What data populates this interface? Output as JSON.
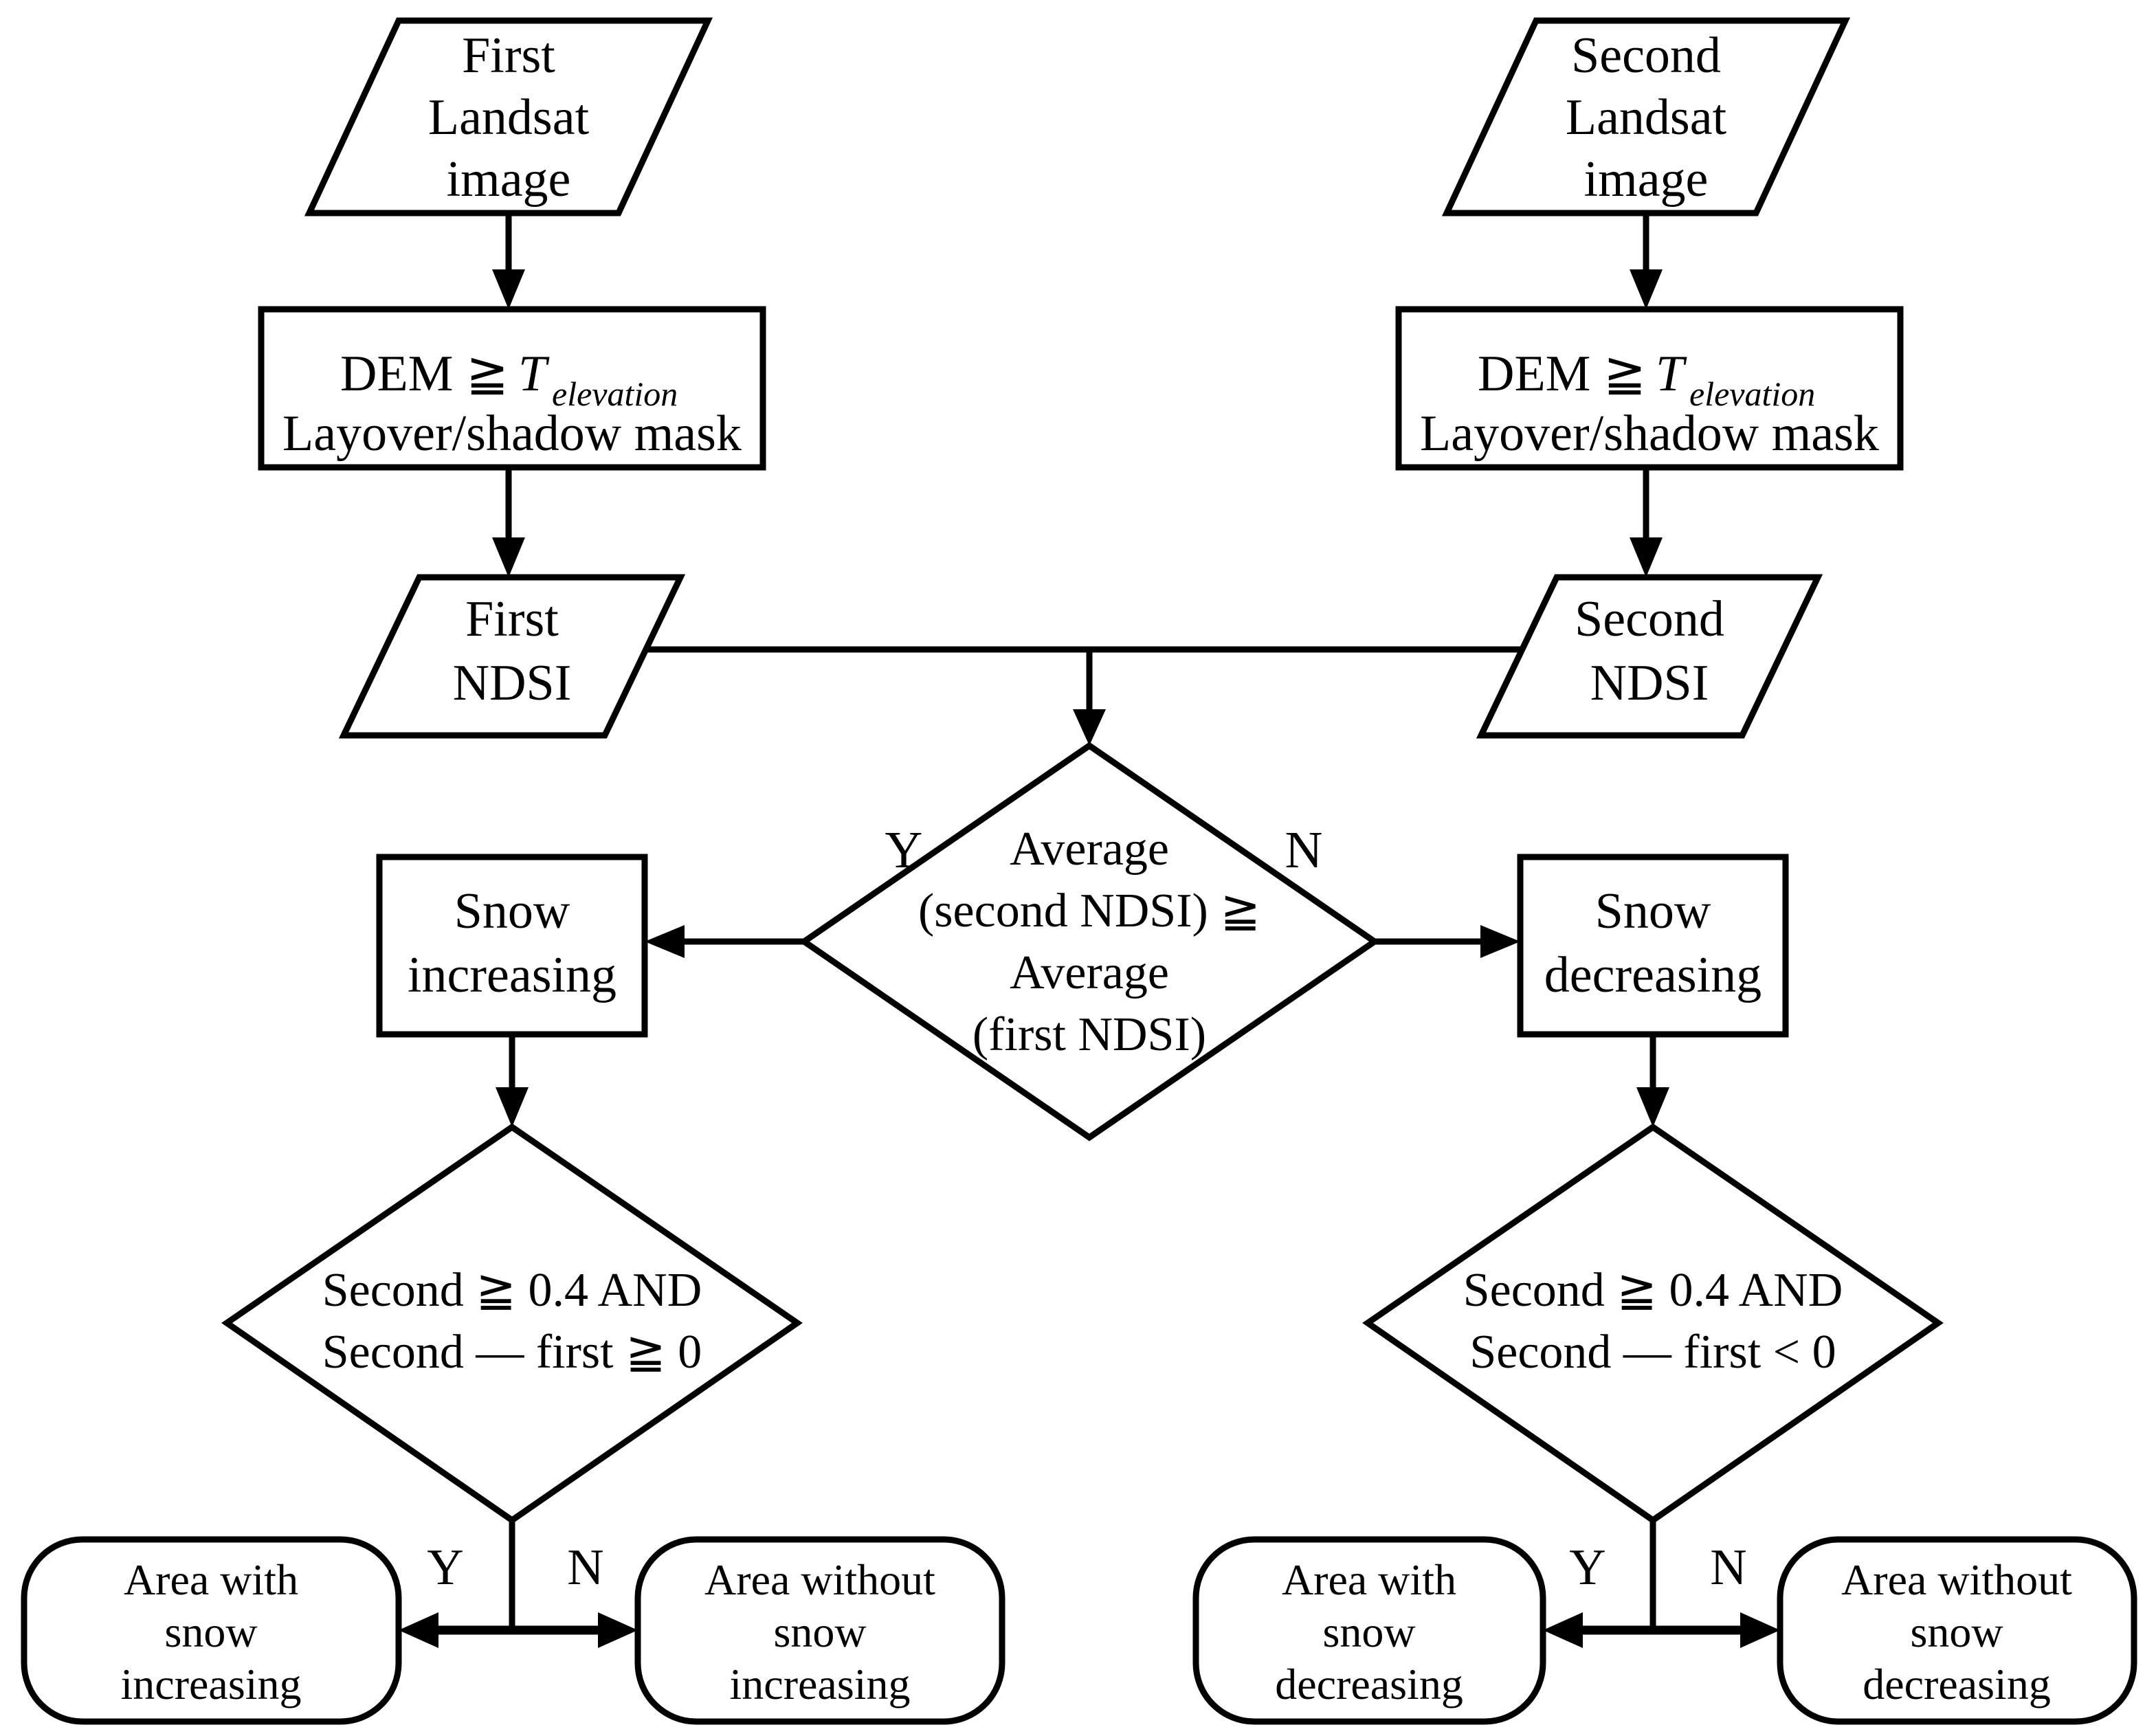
{
  "figure": {
    "type": "flowchart",
    "background": "#ffffff",
    "line_color": "#000000"
  },
  "nodes": {
    "first_landsat_image": {
      "shape": "parallelogram",
      "lines": [
        "First",
        "Landsat",
        "image"
      ]
    },
    "second_landsat_image": {
      "shape": "parallelogram",
      "lines": [
        "Second",
        "Landsat",
        "image"
      ]
    },
    "dem_mask_first": {
      "shape": "rectangle",
      "threshold_prefix": "DEM ≧",
      "threshold_symbol": "T",
      "threshold_subscript": "elevation",
      "line2": "Layover/shadow mask"
    },
    "dem_mask_second": {
      "shape": "rectangle",
      "threshold_prefix": "DEM ≧",
      "threshold_symbol": "T",
      "threshold_subscript": "elevation",
      "line2": "Layover/shadow mask"
    },
    "first_ndsi": {
      "shape": "parallelogram",
      "lines": [
        "First",
        "NDSI"
      ]
    },
    "second_ndsi": {
      "shape": "parallelogram",
      "lines": [
        "Second",
        "NDSI"
      ]
    },
    "average_decision": {
      "shape": "diamond",
      "lines": [
        "Average",
        "(second NDSI) ≧",
        "Average",
        "(first NDSI)"
      ]
    },
    "snow_increasing": {
      "shape": "rectangle",
      "lines": [
        "Snow",
        "increasing"
      ]
    },
    "snow_decreasing": {
      "shape": "rectangle",
      "lines": [
        "Snow",
        "decreasing"
      ]
    },
    "increasing_decision": {
      "shape": "diamond",
      "lines": [
        "Second ≧ 0.4 AND",
        "Second — first ≧ 0"
      ]
    },
    "decreasing_decision": {
      "shape": "diamond",
      "lines": [
        "Second ≧ 0.4 AND",
        "Second — first < 0"
      ]
    },
    "area_with_snow_increasing": {
      "shape": "terminator",
      "lines": [
        "Area with",
        "snow",
        "increasing"
      ]
    },
    "area_without_snow_increasing": {
      "shape": "terminator",
      "lines": [
        "Area without",
        "snow",
        "increasing"
      ]
    },
    "area_with_snow_decreasing": {
      "shape": "terminator",
      "lines": [
        "Area with",
        "snow",
        "decreasing"
      ]
    },
    "area_without_snow_decreasing": {
      "shape": "terminator",
      "lines": [
        "Area without",
        "snow",
        "decreasing"
      ]
    }
  },
  "branch_labels": {
    "yes": "Y",
    "no": "N"
  }
}
